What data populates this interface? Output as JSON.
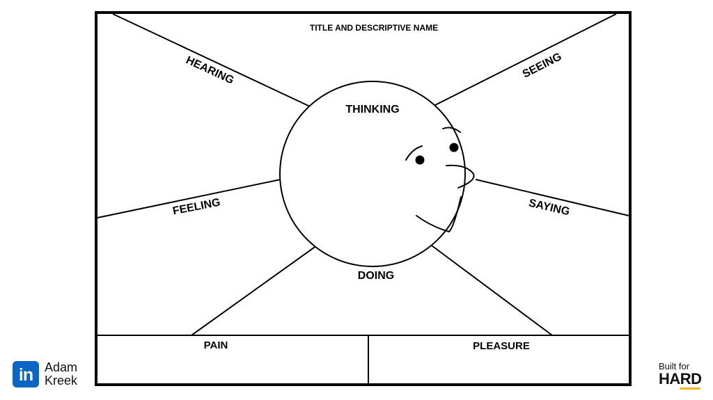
{
  "diagram": {
    "title": "TITLE AND DESCRIPTIVE NAME",
    "sections": {
      "hearing": "HEARING",
      "seeing": "SEEING",
      "thinking": "THINKING",
      "feeling": "FEELING",
      "saying": "SAYING",
      "doing": "DOING",
      "pain": "PAIN",
      "pleasure": "PLEASURE"
    }
  },
  "branding": {
    "linkedin_icon": "in",
    "author_first": "Adam",
    "author_last": "Kreek",
    "logo_top": "Built for",
    "logo_bottom": "HARD"
  },
  "colors": {
    "linkedin_blue": "#0a66c2",
    "logo_accent": "#f2b51c",
    "ink": "#000000"
  }
}
